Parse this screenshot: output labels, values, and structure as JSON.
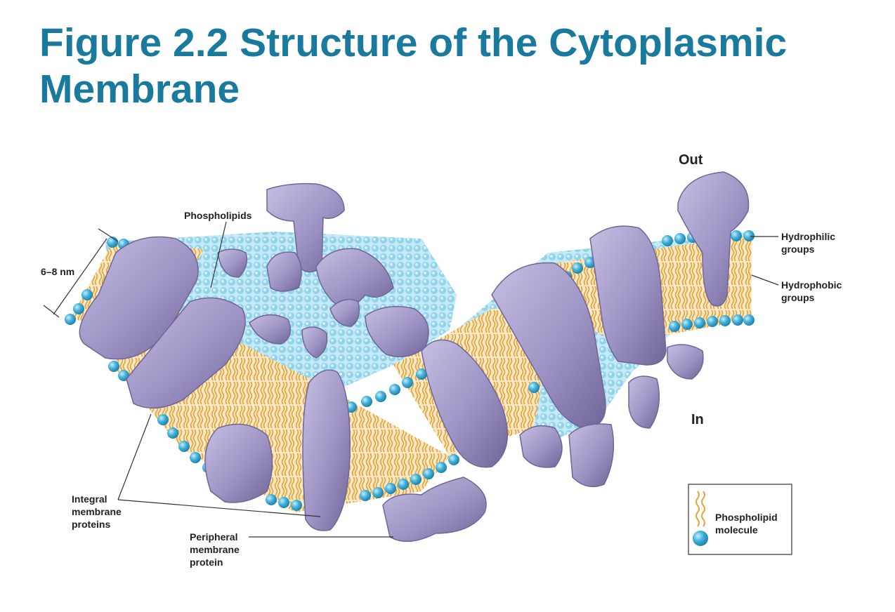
{
  "title": "Figure 2.2 Structure of the Cytoplasmic Membrane",
  "labels": {
    "out": "Out",
    "in": "In",
    "thickness": "6–8 nm",
    "phospholipids": "Phospholipids",
    "hydrophilic": [
      "Hydrophilic",
      "groups"
    ],
    "hydrophobic": [
      "Hydrophobic",
      "groups"
    ],
    "integral": [
      "Integral",
      "membrane",
      "proteins"
    ],
    "peripheral": [
      "Peripheral",
      "membrane",
      "protein"
    ]
  },
  "legend": {
    "text": [
      "Phospholipid",
      "molecule"
    ]
  },
  "colors": {
    "title": "#1a7a9e",
    "head_bead": "#46b4dd",
    "tail": "#e0a83e",
    "bilayer_fill": "#fbe8c8",
    "protein": "#9d94c4",
    "protein_dark": "#6f6598",
    "surface": "#bfe7f3"
  }
}
